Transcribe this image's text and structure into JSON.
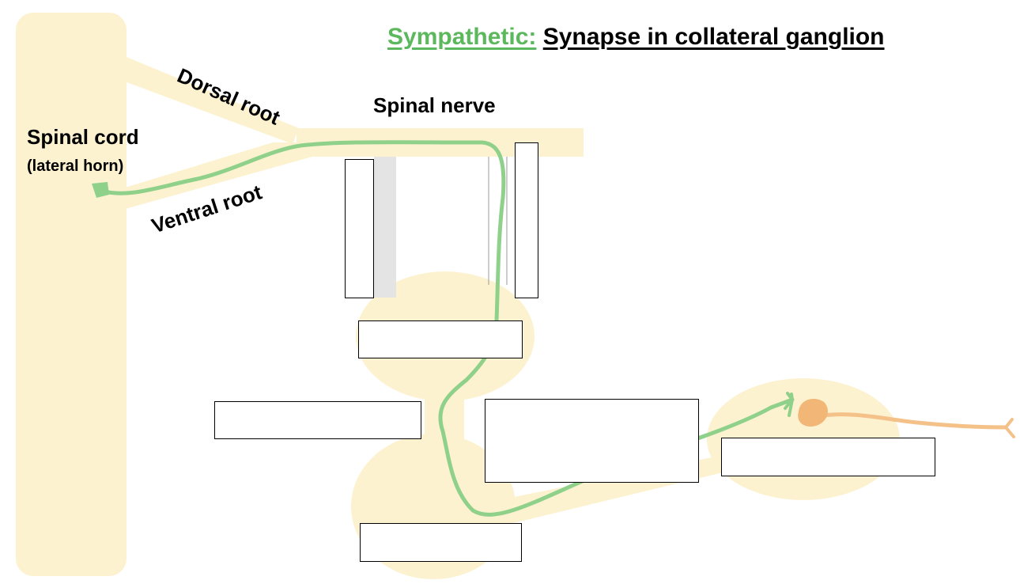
{
  "title": {
    "prefix": "Sympathetic:",
    "main": "Synapse in collateral ganglion"
  },
  "labels": {
    "spinal_cord": "Spinal cord",
    "lateral_horn": "(lateral horn)",
    "dorsal_root": "Dorsal root",
    "ventral_root": "Ventral root",
    "spinal_nerve": "Spinal nerve"
  },
  "colors": {
    "tissue": "#fdf2cf",
    "preganglionic": "#8fd18b",
    "postganglionic": "#f4c189",
    "cell_body": "#f2b677",
    "title_accent": "#5cb85c",
    "ramus_gray": "#e4e4e4"
  },
  "blank_boxes": [
    {
      "id": "white-ramus"
    },
    {
      "id": "gray-ramus"
    },
    {
      "id": "sympathetic-chain-ganglion"
    },
    {
      "id": "splanchnic-nerve"
    },
    {
      "id": "chain-ganglion-lower"
    },
    {
      "id": "preganglionic-fiber"
    },
    {
      "id": "collateral-ganglion"
    }
  ]
}
